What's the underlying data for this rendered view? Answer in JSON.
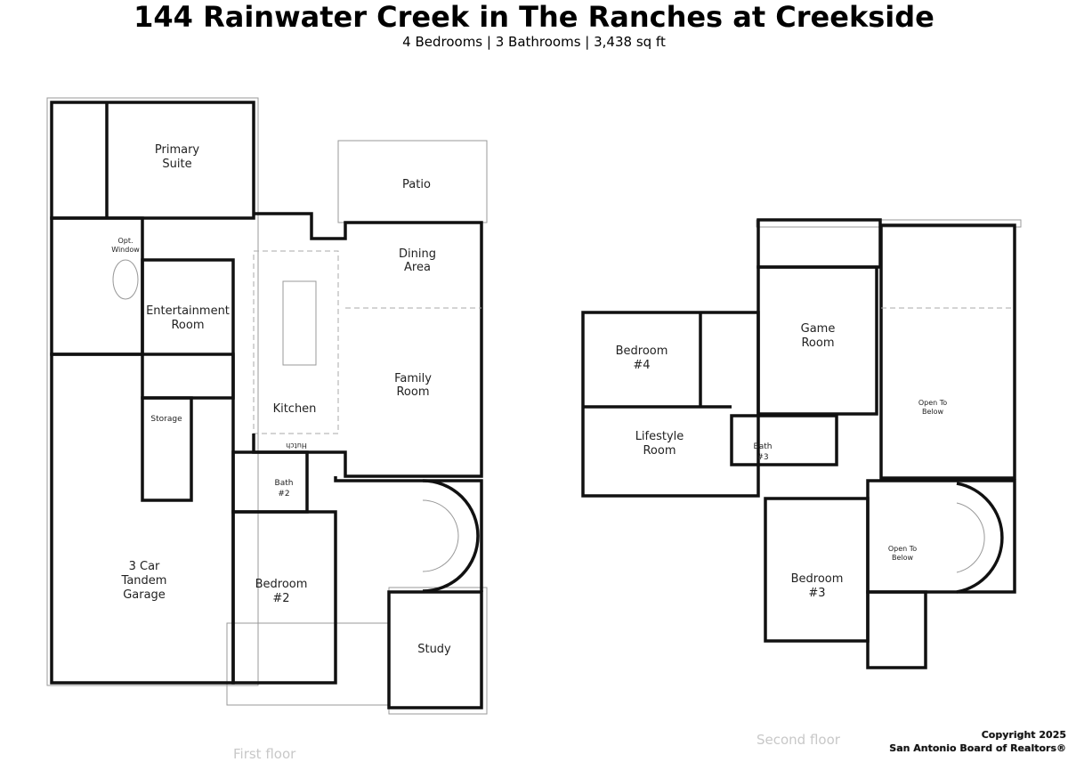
{
  "header": {
    "title": "144 Rainwater Creek in The Ranches at Creekside",
    "subtitle": "4 Bedrooms | 3 Bathrooms | 3,438 sq ft"
  },
  "first_floor": {
    "caption": "First floor",
    "rooms": {
      "primary_suite": [
        "Primary",
        "Suite"
      ],
      "opt_window": [
        "Opt.",
        "Window"
      ],
      "patio": "Patio",
      "dining": [
        "Dining",
        "Area"
      ],
      "entertainment": [
        "Entertainment",
        "Room"
      ],
      "family": [
        "Family",
        "Room"
      ],
      "kitchen": "Kitchen",
      "storage": "Storage",
      "hutch": "Hutch",
      "bath2": [
        "Bath",
        "#2"
      ],
      "garage": [
        "3 Car",
        "Tandem",
        "Garage"
      ],
      "bedroom2": [
        "Bedroom",
        "#2"
      ],
      "study": "Study"
    }
  },
  "second_floor": {
    "caption": "Second floor",
    "rooms": {
      "bedroom4": [
        "Bedroom",
        "#4"
      ],
      "game": [
        "Game",
        "Room"
      ],
      "open1": [
        "Open To",
        "Below"
      ],
      "lifestyle": [
        "Lifestyle",
        "Room"
      ],
      "bath3": [
        "Bath",
        "#3"
      ],
      "open2": [
        "Open To",
        "Below"
      ],
      "bedroom3": [
        "Bedroom",
        "#3"
      ]
    }
  },
  "copyright": [
    "Copyright 2025",
    "San Antonio Board of Realtors®"
  ]
}
